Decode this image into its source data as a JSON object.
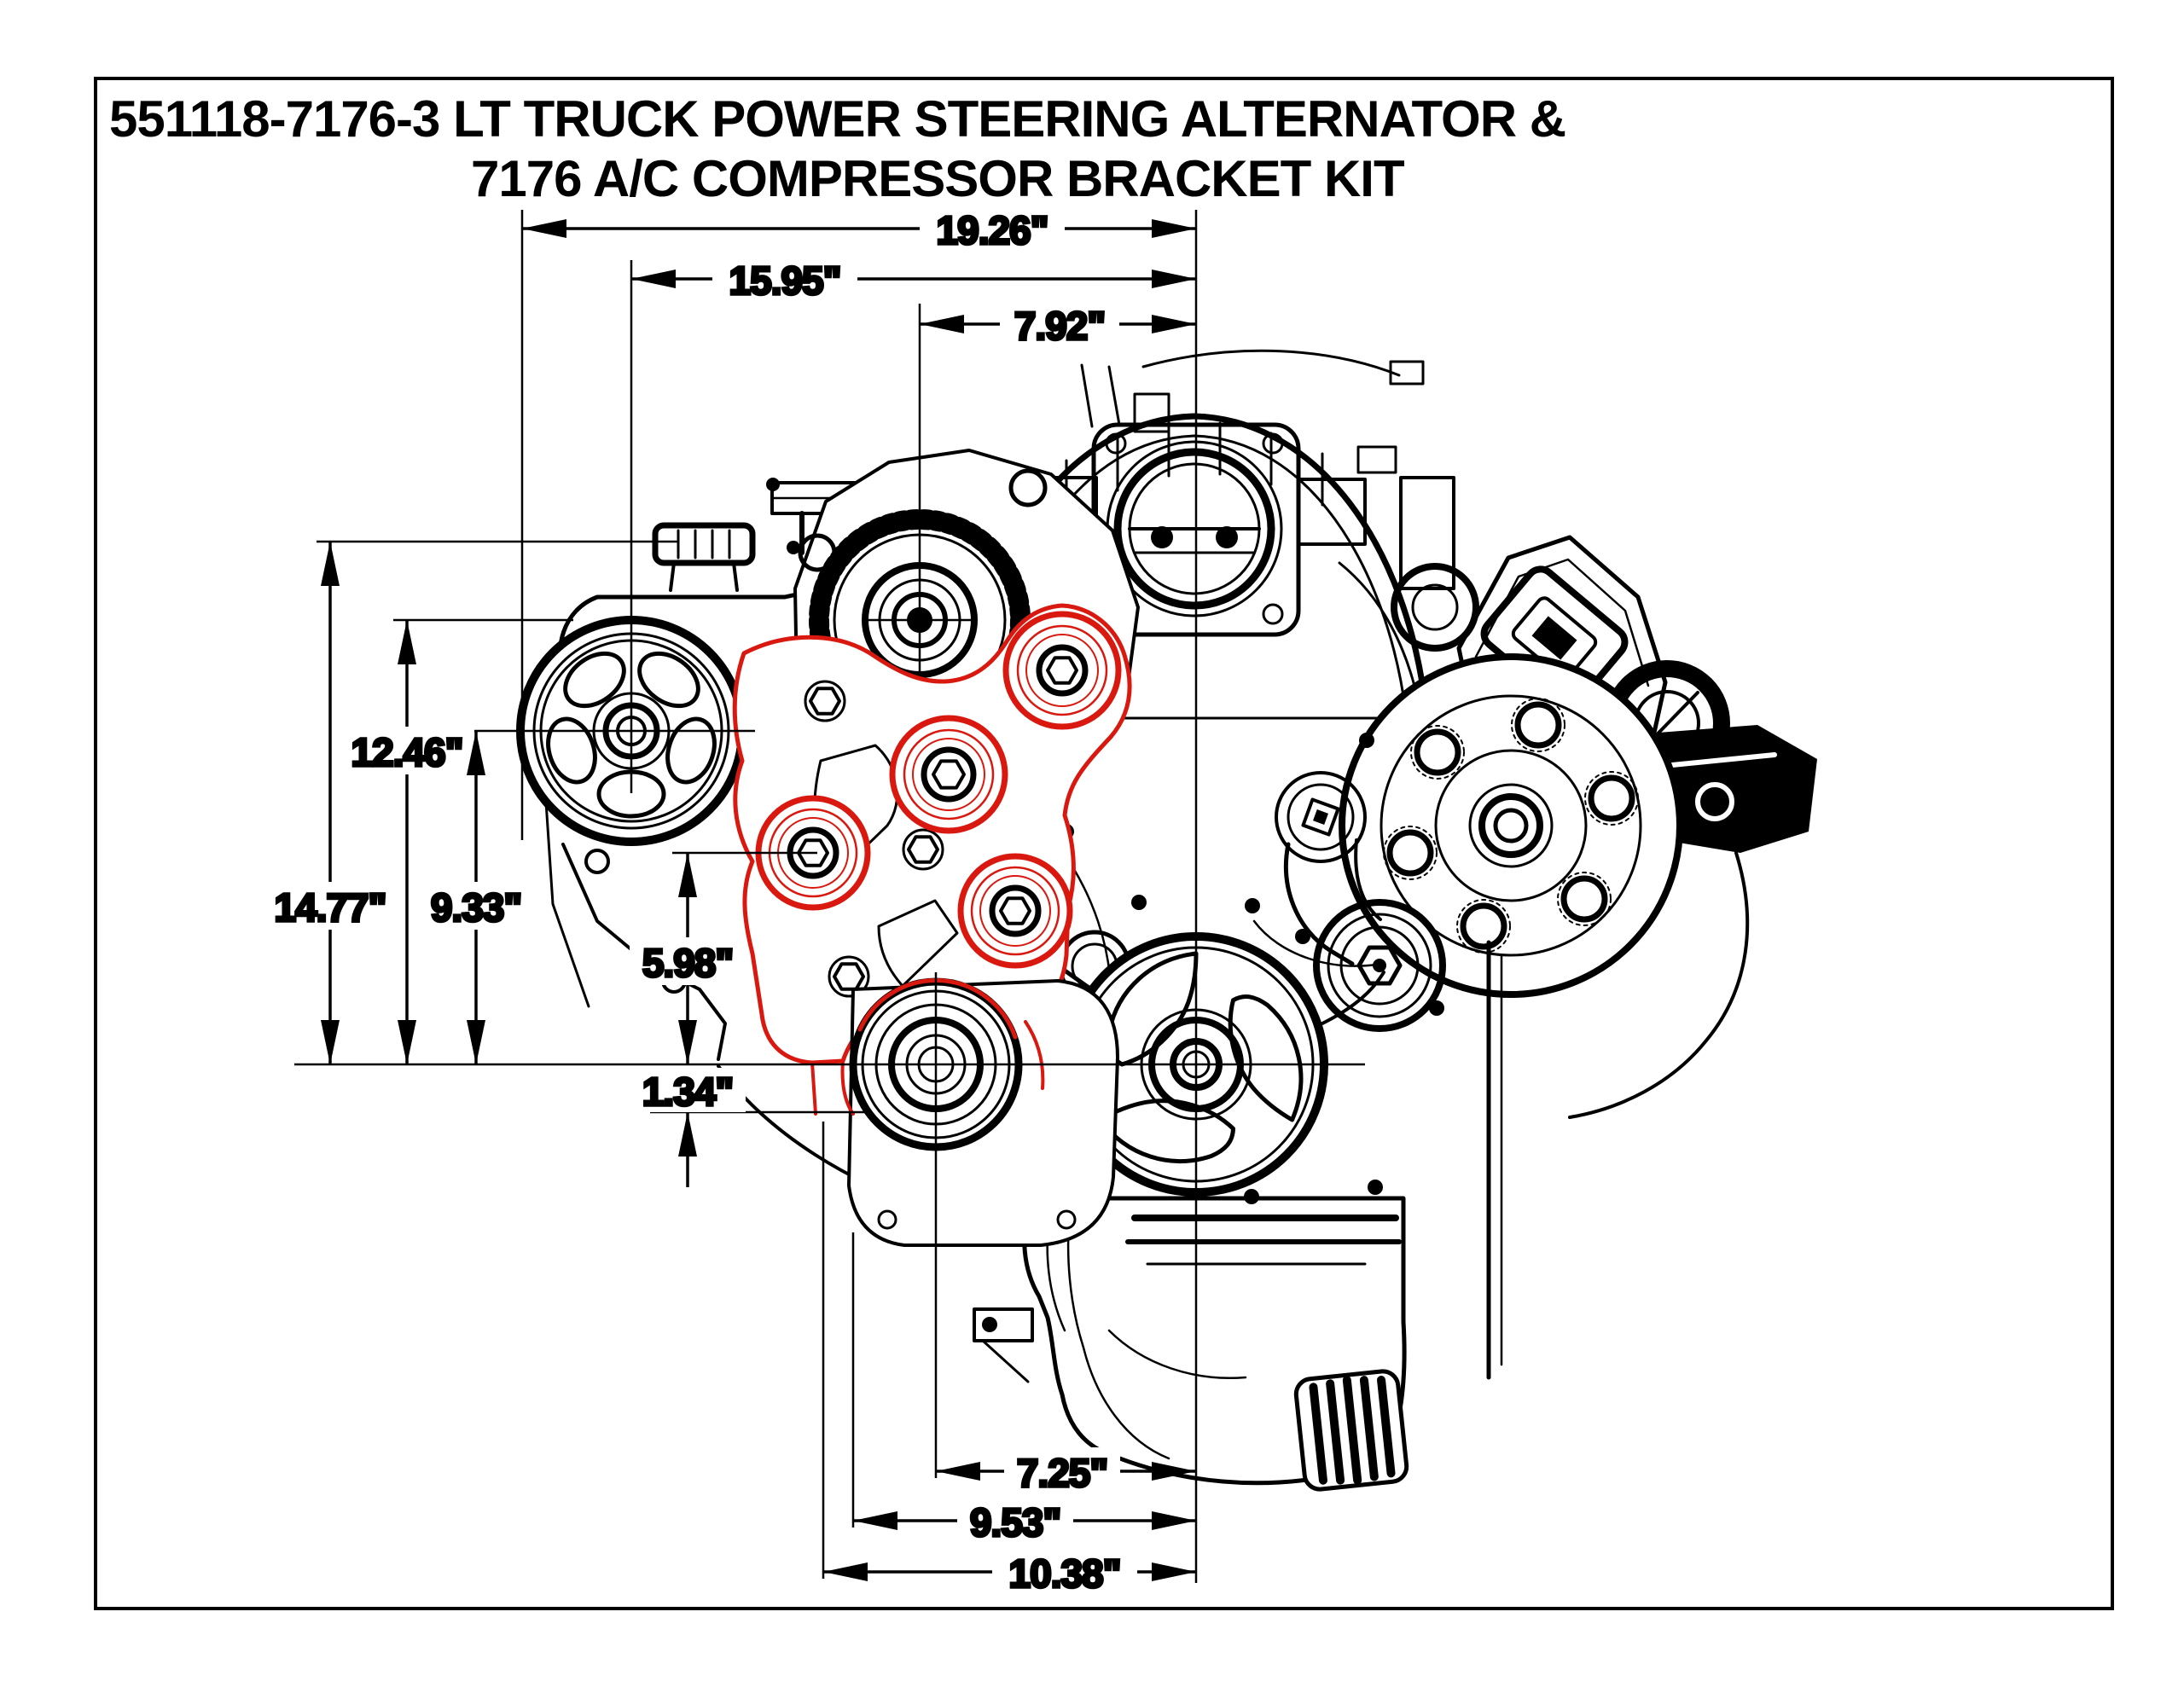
{
  "title": {
    "line1": "551118-7176-3 LT TRUCK POWER STEERING ALTERNATOR &",
    "line2": "7176 A/C COMPRESSOR BRACKET KIT"
  },
  "dims": {
    "top": [
      {
        "label": "19.26\"",
        "inches": 19.26
      },
      {
        "label": "15.95\"",
        "inches": 15.95
      },
      {
        "label": "7.92\"",
        "inches": 7.92
      }
    ],
    "left": [
      {
        "label": "14.77\"",
        "inches": 14.77
      },
      {
        "label": "12.46\"",
        "inches": 12.46
      },
      {
        "label": "9.33\"",
        "inches": 9.33
      },
      {
        "label": "5.98\"",
        "inches": 5.98
      },
      {
        "label": "1.34\"",
        "inches": 1.34
      }
    ],
    "bottom": [
      {
        "label": "7.25\"",
        "inches": 7.25
      },
      {
        "label": "9.53\"",
        "inches": 9.53
      },
      {
        "label": "10.38\"",
        "inches": 10.38
      }
    ]
  },
  "colors": {
    "highlight": "#d9190f",
    "line": "#000000",
    "background": "#ffffff"
  }
}
